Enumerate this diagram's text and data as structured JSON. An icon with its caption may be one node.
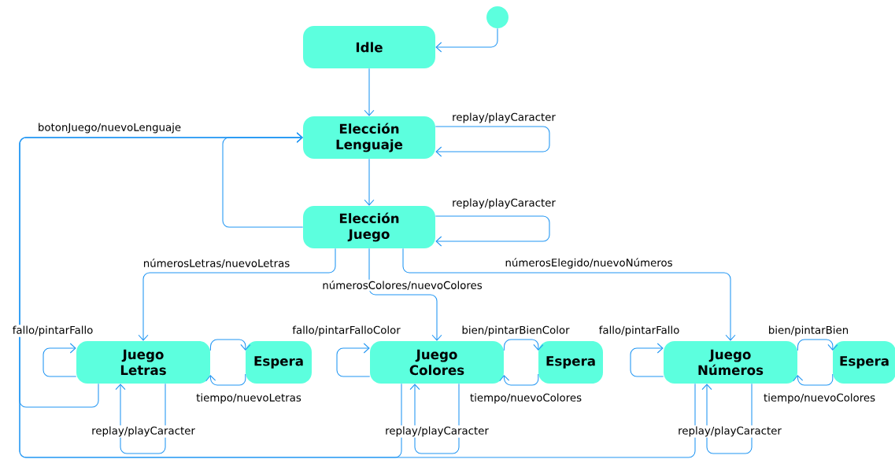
{
  "diagram": {
    "nodes": [
      {
        "text": [],
        "shape": "circle"
      },
      {
        "text": [
          "Idle"
        ]
      },
      {
        "text": [
          "Elección Lenguaje"
        ]
      },
      {
        "text": [
          "Elección Juego"
        ]
      },
      {
        "text": [
          "Juego Letras"
        ]
      },
      {
        "text": [
          "Espera"
        ]
      },
      {
        "text": [
          "Juego Colores"
        ]
      },
      {
        "text": [
          "Espera"
        ]
      },
      {
        "text": [
          "Juego Números"
        ]
      },
      {
        "text": [
          "Espera"
        ]
      }
    ],
    "edges": [
      {
        "from": 0,
        "to": 1,
        "arrow": "to"
      },
      {
        "from": 1,
        "to": 2,
        "arrow": "to"
      },
      {
        "from": 2,
        "to": 2,
        "arrow": "to",
        "label": "replay/playCaracter"
      },
      {
        "from": 2,
        "to": 3,
        "arrow": "to"
      },
      {
        "from": 3,
        "to": 3,
        "arrow": "to",
        "label": "replay/playCaracter"
      },
      {
        "from": 3,
        "to": 2,
        "arrow": "to"
      },
      {
        "from": 3,
        "to": 4,
        "arrow": "to",
        "label": "númerosLetras/nuevoLetras"
      },
      {
        "from": 3,
        "to": 6,
        "arrow": "to",
        "label": "númerosColores/nuevoColores"
      },
      {
        "from": 3,
        "to": 8,
        "arrow": "to",
        "label": "númerosElegido/nuevoNúmeros"
      },
      {
        "from": 4,
        "to": 4,
        "arrow": "to",
        "label": "fallo/pintarFallo"
      },
      {
        "from": 4,
        "to": 4,
        "arrow": "to",
        "label": "replay/playCaracter"
      },
      {
        "from": 4,
        "to": 5,
        "arrow": "to"
      },
      {
        "from": 5,
        "to": 4,
        "arrow": "to",
        "label": "tiempo/nuevoLetras"
      },
      {
        "from": 6,
        "to": 6,
        "arrow": "to",
        "label": "fallo/pintarFalloColor"
      },
      {
        "from": 6,
        "to": 6,
        "arrow": "to",
        "label": "replay/playCaracter"
      },
      {
        "from": 6,
        "to": 7,
        "arrow": "to",
        "label": "bien/pintarBienColor"
      },
      {
        "from": 7,
        "to": 6,
        "arrow": "to",
        "label": "tiempo/nuevoColores"
      },
      {
        "from": 8,
        "to": 8,
        "arrow": "to",
        "label": "fallo/pintarFallo"
      },
      {
        "from": 8,
        "to": 8,
        "arrow": "to",
        "label": "replay/playCaracter"
      },
      {
        "from": 8,
        "to": 9,
        "arrow": "to",
        "label": "bien/pintarBien"
      },
      {
        "from": 9,
        "to": 8,
        "arrow": "to",
        "label": "tiempo/nuevoColores"
      },
      {
        "from": 4,
        "to": 2,
        "arrow": "to",
        "label": "botonJuego/nuevoLenguaje"
      },
      {
        "from": 6,
        "to": 2,
        "arrow": "to"
      },
      {
        "from": 8,
        "to": 2,
        "arrow": "to"
      }
    ]
  }
}
